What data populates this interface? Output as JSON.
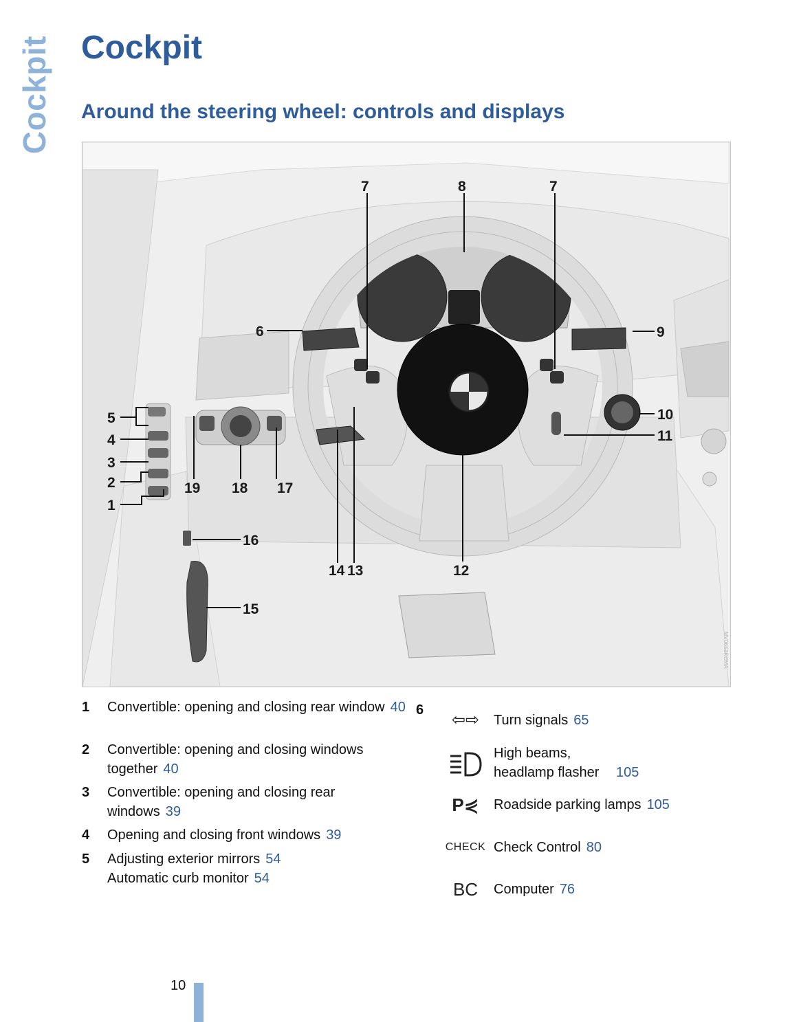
{
  "side_tab": "Cockpit",
  "page_title": "Cockpit",
  "section_title": "Around the steering wheel: controls and displays",
  "figure": {
    "callouts": {
      "c1": "1",
      "c2": "2",
      "c3": "3",
      "c4": "4",
      "c5": "5",
      "c6": "6",
      "c7a": "7",
      "c8": "8",
      "c7b": "7",
      "c9": "9",
      "c10": "10",
      "c11": "11",
      "c12": "12",
      "c13": "13",
      "c14": "14",
      "c15": "15",
      "c16": "16",
      "c17": "17",
      "c18": "18",
      "c19": "19"
    },
    "image_code": "MV06S3KCMA"
  },
  "legend_left": [
    {
      "num": "1",
      "text": "Convertible: opening and closing rear window",
      "page": "40"
    },
    {
      "num": "2",
      "text": "Convertible: opening and closing windows together",
      "page": "40"
    },
    {
      "num": "3",
      "text": "Convertible: opening and closing rear windows",
      "page": "39"
    },
    {
      "num": "4",
      "text": "Opening and closing front windows",
      "page": "39"
    },
    {
      "num": "5",
      "text": "Adjusting exterior mirrors",
      "page": "54",
      "text2": "Automatic curb monitor",
      "page2": "54"
    }
  ],
  "legend_right": {
    "num": "6",
    "items": [
      {
        "icon": "turn-signal-icon",
        "icon_text": "⇦⇨",
        "text": "Turn signals",
        "page": "65"
      },
      {
        "icon": "high-beam-icon",
        "icon_text": "",
        "text": "High beams, headlamp flasher",
        "page": "105"
      },
      {
        "icon": "parking-lamp-icon",
        "icon_text": "P⋞",
        "text": "Roadside parking lamps",
        "page": "105"
      },
      {
        "icon": "check-control-icon",
        "icon_text": "CHECK",
        "text": "Check Control",
        "page": "80"
      },
      {
        "icon": "computer-icon",
        "icon_text": "BC",
        "text": "Computer",
        "page": "76"
      }
    ]
  },
  "page_number": "10",
  "colors": {
    "accent": "#2f5c9a",
    "tab": "#8fb3d8"
  }
}
